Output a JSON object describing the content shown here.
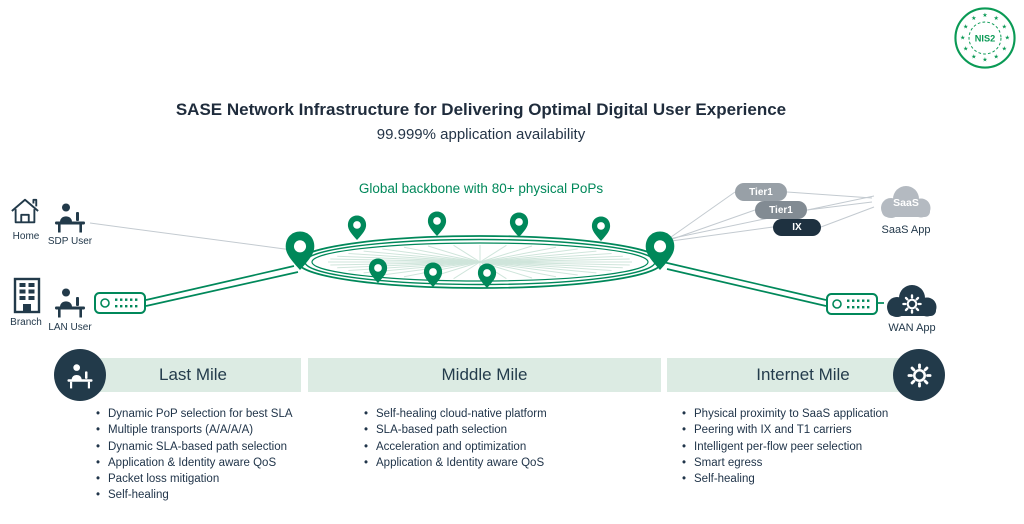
{
  "badge": {
    "label": "NIS2"
  },
  "header": {
    "title": "SASE Network Infrastructure for Delivering Optimal Digital User Experience",
    "subtitle": "99.999% application availability"
  },
  "diagram": {
    "caption": "Global backbone with 80+ physical PoPs",
    "left": {
      "home": "Home",
      "sdp_user": "SDP User",
      "branch": "Branch",
      "lan_user": "LAN User"
    },
    "right": {
      "tier1_top": "Tier1",
      "tier1_bottom": "Tier1",
      "ix": "IX",
      "saas_cloud": "SaaS",
      "saas_app": "SaaS App",
      "wan_app": "WAN App"
    }
  },
  "sections": [
    {
      "title": "Last Mile",
      "bullets": [
        "Dynamic PoP selection for best SLA",
        "Multiple transports (A/A/A/A)",
        "Dynamic SLA-based path selection",
        "Application & Identity aware QoS",
        "Packet loss mitigation",
        "Self-healing"
      ]
    },
    {
      "title": "Middle Mile",
      "bullets": [
        "Self-healing cloud-native platform",
        "SLA-based path selection",
        "Acceleration and optimization",
        "Application & Identity aware QoS"
      ]
    },
    {
      "title": "Internet Mile",
      "bullets": [
        "Physical proximity to SaaS application",
        "Peering with IX and T1 carriers",
        "Intelligent per-flow peer selection",
        "Smart egress",
        "Self-healing"
      ]
    }
  ],
  "colors": {
    "accent_green": "#00885A",
    "dark_navy": "#223a4a",
    "band_green": "#dcebe3",
    "pill_gray": "#98a0a7",
    "badge_green": "#0a9a55"
  }
}
